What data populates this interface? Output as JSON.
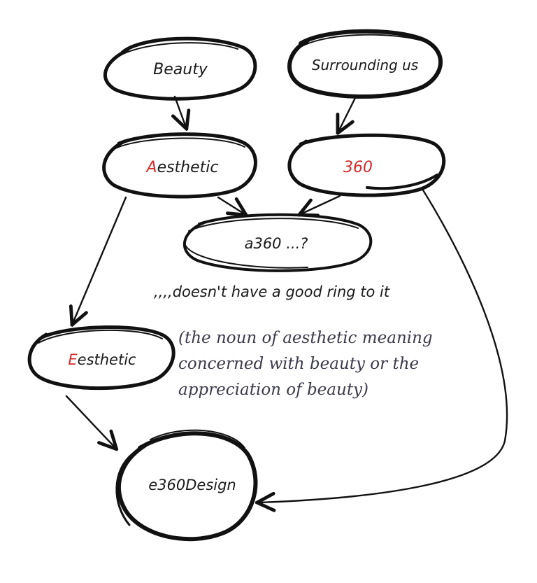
{
  "nodes": {
    "beauty": {
      "label": "Beauty"
    },
    "surrounding": {
      "label": "Surrounding us"
    },
    "aesthetic": {
      "accent": "A",
      "rest": "esthetic"
    },
    "three_sixty": {
      "label": "360"
    },
    "a360": {
      "label": "a360 ...?"
    },
    "eesthetic": {
      "accent": "E",
      "rest": "esthetic"
    },
    "e360design": {
      "label": "e360Design"
    }
  },
  "note": {
    "ring": ",,,,doesn't have a good ring to it"
  },
  "definition": {
    "lines": [
      "(the noun of aesthetic meaning",
      "concerned with beauty or the",
      "appreciation of beauty)"
    ]
  },
  "colors": {
    "ink": "#111111",
    "accent": "#d42a2a",
    "definition_ink": "#3a3a4a"
  }
}
